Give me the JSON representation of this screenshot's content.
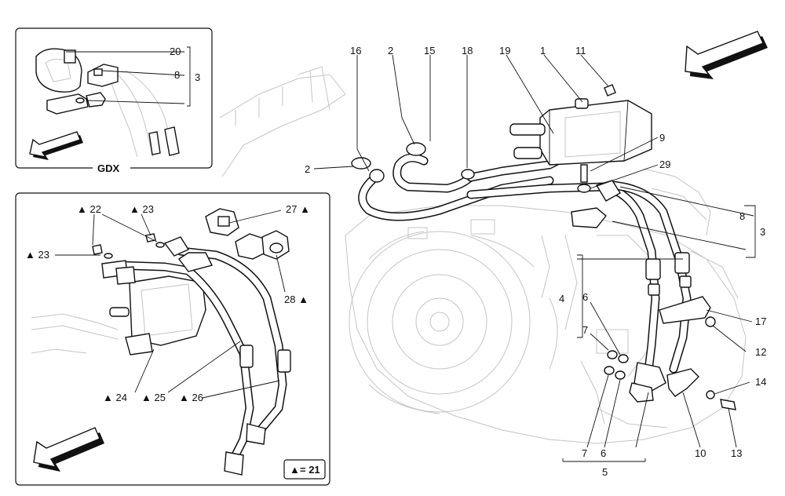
{
  "inset_top": {
    "title": "GDX"
  },
  "inset_bottom": {
    "legend_symbol": "▲",
    "legend_text": "= 21"
  },
  "callouts": {
    "n1": "1",
    "n2a": "2",
    "n2b": "2",
    "n3a": "3",
    "n3b": "3",
    "n4": "4",
    "n5": "5",
    "n6a": "6",
    "n6b": "6",
    "n7a": "7",
    "n7b": "7",
    "n8a": "8",
    "n8b": "8",
    "n9": "9",
    "n10": "10",
    "n11": "11",
    "n12": "12",
    "n13": "13",
    "n14": "14",
    "n15": "15",
    "n16": "16",
    "n17": "17",
    "n18": "18",
    "n19": "19",
    "n20": "20",
    "n29": "29",
    "t22": "▲ 22",
    "t23a": "▲ 23",
    "t23b": "▲ 23",
    "t24": "▲ 24",
    "t25": "▲ 25",
    "t26": "▲ 26",
    "t27": "27 ▲",
    "t28": "28 ▲"
  },
  "icons": [
    "direction-arrow-icon"
  ]
}
